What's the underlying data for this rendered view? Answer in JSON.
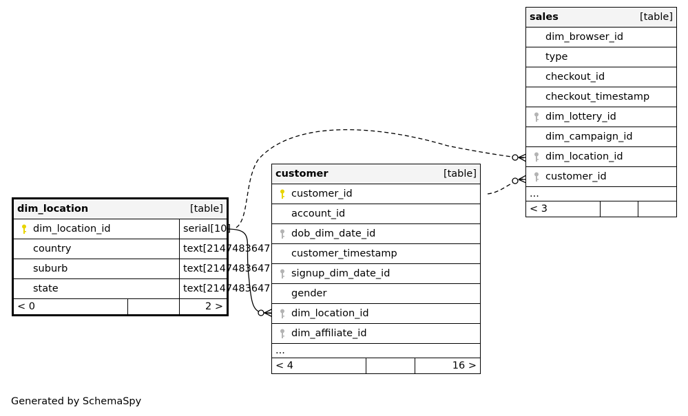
{
  "tables": {
    "dim_location": {
      "name": "dim_location",
      "kind": "[table]",
      "columns": [
        {
          "name": "dim_location_id",
          "type": "serial[10]",
          "key": "primary"
        },
        {
          "name": "country",
          "type": "text[2147483647]",
          "key": "none"
        },
        {
          "name": "suburb",
          "type": "text[2147483647]",
          "key": "none"
        },
        {
          "name": "state",
          "type": "text[2147483647]",
          "key": "none"
        }
      ],
      "footer": {
        "parents": "< 0",
        "middle": "",
        "children": "2 >"
      }
    },
    "customer": {
      "name": "customer",
      "kind": "[table]",
      "columns": [
        {
          "name": "customer_id",
          "key": "primary"
        },
        {
          "name": "account_id",
          "key": "none"
        },
        {
          "name": "dob_dim_date_id",
          "key": "foreign"
        },
        {
          "name": "customer_timestamp",
          "key": "none"
        },
        {
          "name": "signup_dim_date_id",
          "key": "foreign"
        },
        {
          "name": "gender",
          "key": "none"
        },
        {
          "name": "dim_location_id",
          "key": "foreign"
        },
        {
          "name": "dim_affiliate_id",
          "key": "foreign"
        }
      ],
      "more": "...",
      "footer": {
        "parents": "< 4",
        "middle": "",
        "children": "16 >"
      }
    },
    "sales": {
      "name": "sales",
      "kind": "[table]",
      "columns": [
        {
          "name": "dim_browser_id",
          "key": "none"
        },
        {
          "name": "type",
          "key": "none"
        },
        {
          "name": "checkout_id",
          "key": "none"
        },
        {
          "name": "checkout_timestamp",
          "key": "none"
        },
        {
          "name": "dim_lottery_id",
          "key": "foreign"
        },
        {
          "name": "dim_campaign_id",
          "key": "none"
        },
        {
          "name": "dim_location_id",
          "key": "foreign"
        },
        {
          "name": "customer_id",
          "key": "foreign"
        }
      ],
      "more": "...",
      "footer": {
        "parents": "< 3",
        "middle": "",
        "children": ""
      }
    }
  },
  "relationships": [
    {
      "from": "dim_location.dim_location_id",
      "to": "customer.dim_location_id",
      "style": "solid"
    },
    {
      "from": "dim_location.dim_location_id",
      "to": "sales.dim_location_id",
      "style": "dashed"
    },
    {
      "from": "customer.customer_id",
      "to": "sales.customer_id",
      "style": "dashed"
    }
  ],
  "colors": {
    "primary_key": "#e8d400",
    "foreign_key": "#b4b4b4",
    "header_bg": "#f4f4f4"
  },
  "footer_text": "Generated by SchemaSpy"
}
